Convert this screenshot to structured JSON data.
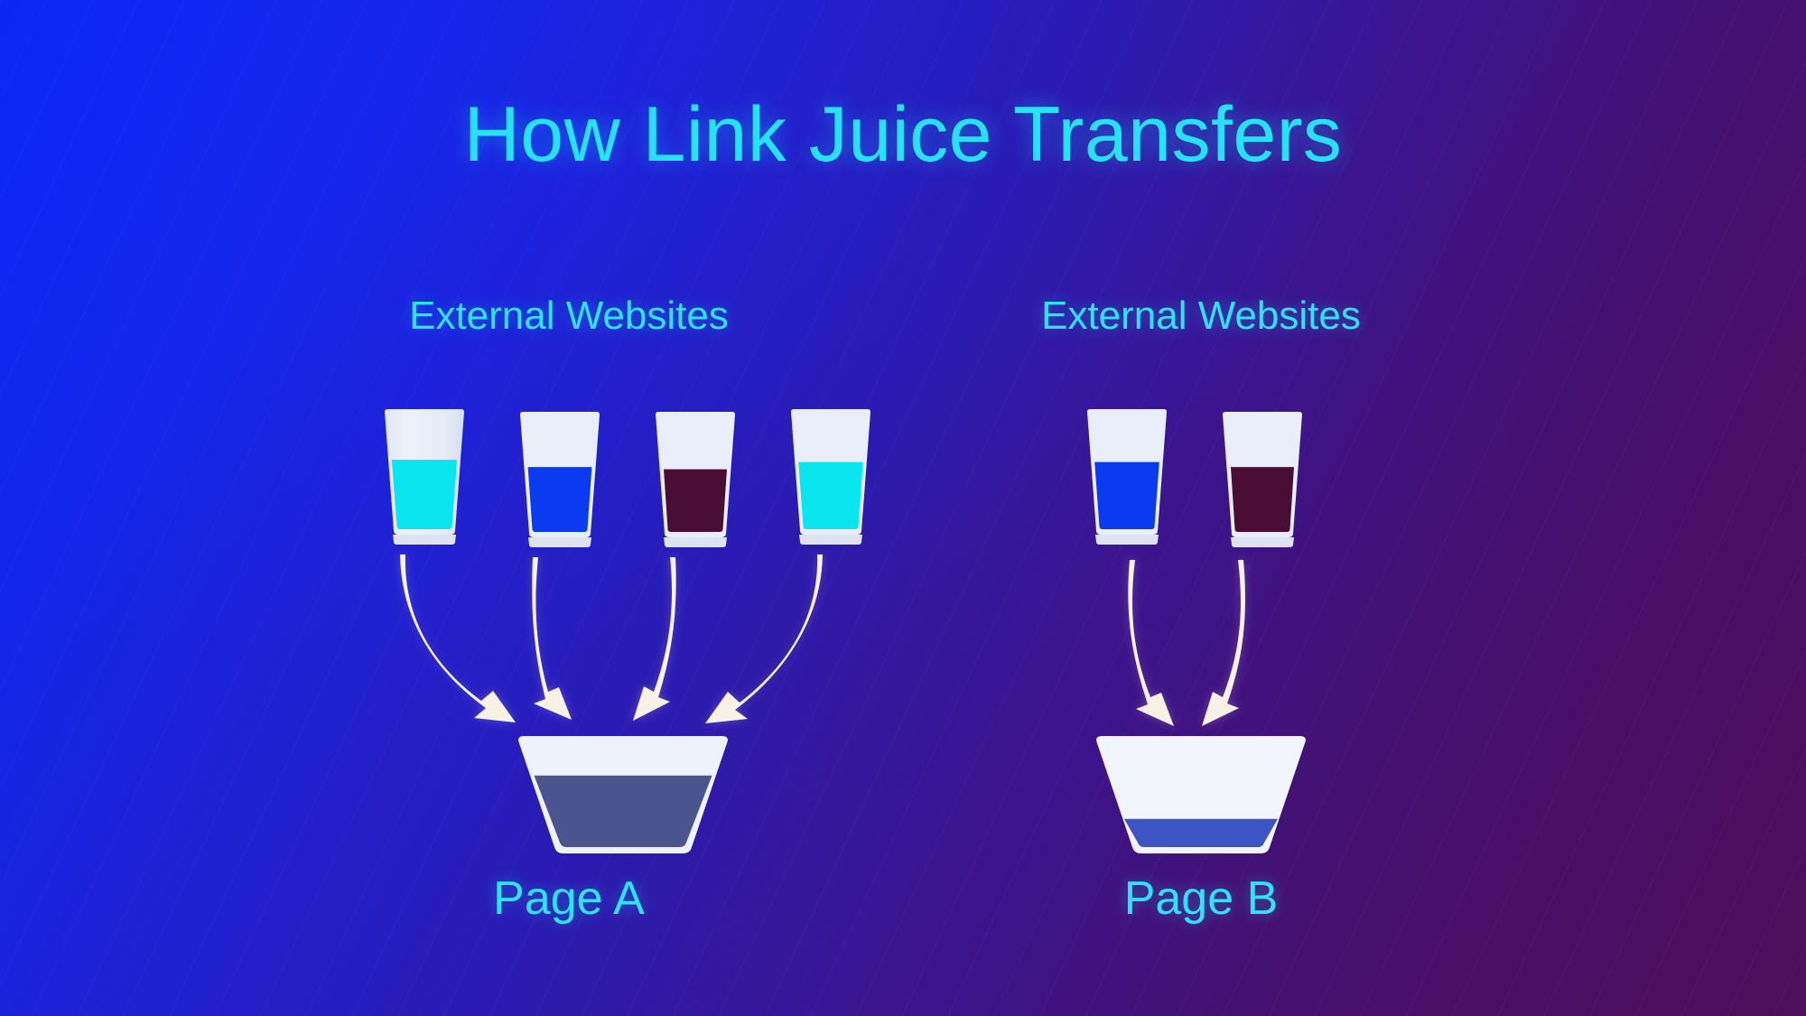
{
  "title": "How Link Juice Transfers",
  "theme": {
    "bg_top_left": "#0a26ef",
    "bg_top_right": "#3d1585",
    "bg_bottom_right": "#4d0f5a",
    "accent_cyan": "#2ee3f7",
    "glass_white": "#e9edf8",
    "arrow_cream": "#f7f2e4"
  },
  "groups": [
    {
      "id": "page-a",
      "label": "External Websites",
      "page_label": "Page A",
      "glasses": [
        {
          "name": "glass-1",
          "liquid_color": "#0ae6f0",
          "fill_percent": 62
        },
        {
          "name": "glass-2",
          "liquid_color": "#0a3bf0",
          "fill_percent": 58
        },
        {
          "name": "glass-3",
          "liquid_color": "#4a0d34",
          "fill_percent": 56
        },
        {
          "name": "glass-4",
          "liquid_color": "#0ae6f0",
          "fill_percent": 60
        }
      ],
      "bowl": {
        "liquid_color": "#4a558f",
        "fill_percent": 66
      }
    },
    {
      "id": "page-b",
      "label": "External Websites",
      "page_label": "Page B",
      "glasses": [
        {
          "name": "glass-1",
          "liquid_color": "#0a3bf0",
          "fill_percent": 60
        },
        {
          "name": "glass-2",
          "liquid_color": "#4a0d34",
          "fill_percent": 58
        }
      ],
      "bowl": {
        "liquid_color": "#3f54c4",
        "fill_percent": 26
      }
    }
  ]
}
